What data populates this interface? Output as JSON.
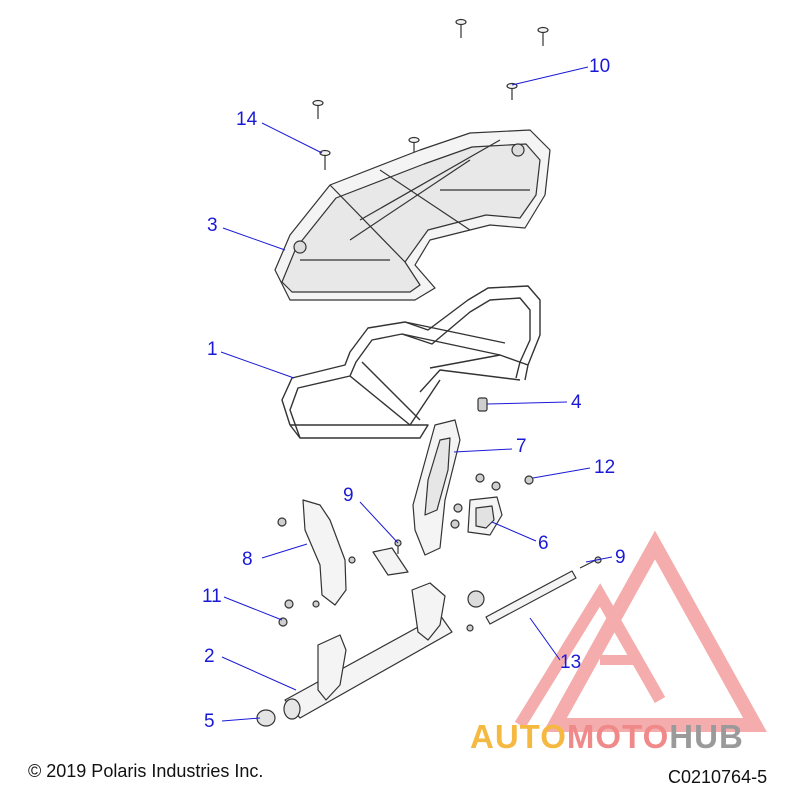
{
  "callouts": [
    {
      "label": "10"
    },
    {
      "label": "14"
    },
    {
      "label": "3"
    },
    {
      "label": "1"
    },
    {
      "label": "4"
    },
    {
      "label": "7"
    },
    {
      "label": "12"
    },
    {
      "label": "9"
    },
    {
      "label": "6"
    },
    {
      "label": "8"
    },
    {
      "label": "9"
    },
    {
      "label": "11"
    },
    {
      "label": "2"
    },
    {
      "label": "13"
    },
    {
      "label": "5"
    }
  ],
  "footer": {
    "copyright": "© 2019 Polaris Industries Inc.",
    "drawing_code": "C0210764-5"
  },
  "watermark": {
    "part1": "AUTO",
    "part2": "MOTO",
    "part3": "HUB",
    "colors": {
      "auto": "#f5b942",
      "moto": "#f08a8a",
      "hub": "#9a9a9a",
      "logo": "#f08a8a"
    }
  },
  "colors": {
    "callout": "#1a1ad6",
    "line": "#1a1ad6",
    "part_stroke": "#333333"
  }
}
